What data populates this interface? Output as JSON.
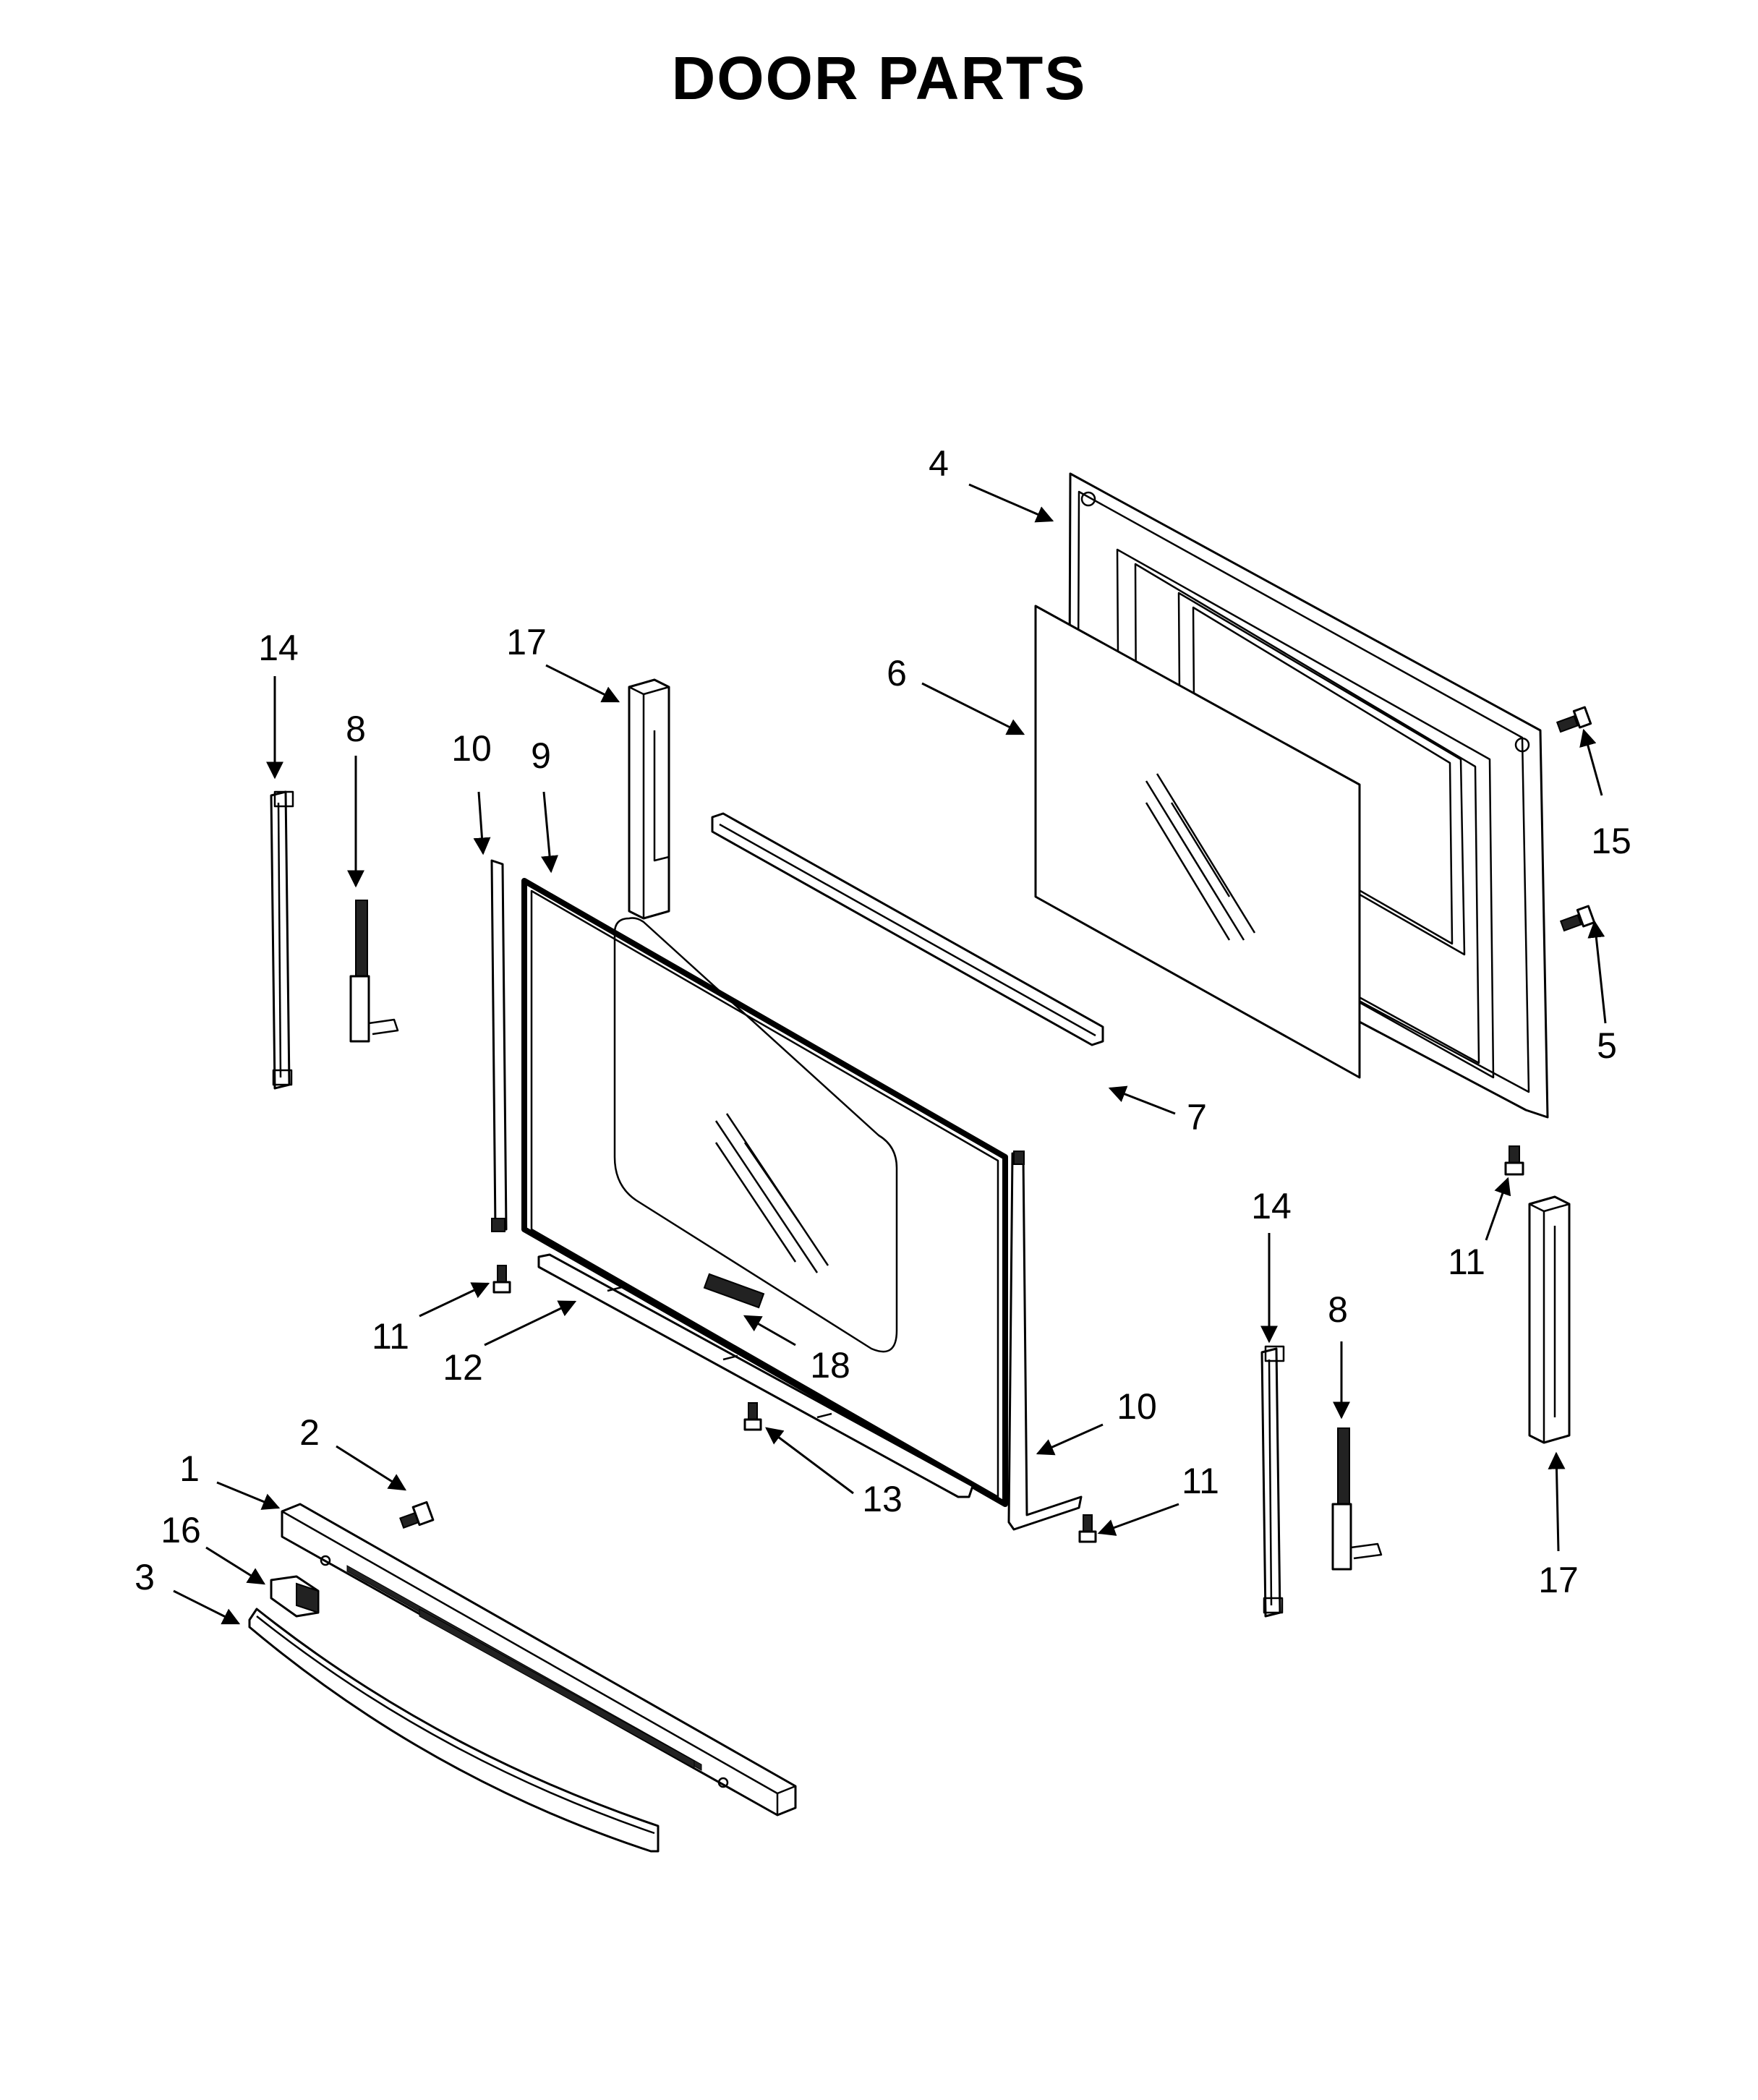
{
  "title": "DOOR PARTS",
  "callouts": {
    "c1": "1",
    "c2": "2",
    "c3": "3",
    "c4": "4",
    "c5": "5",
    "c6": "6",
    "c7": "7",
    "c8a": "8",
    "c8b": "8",
    "c9": "9",
    "c10a": "10",
    "c10b": "10",
    "c11a": "11",
    "c11b": "11",
    "c11c": "11",
    "c12": "12",
    "c13": "13",
    "c14a": "14",
    "c14b": "14",
    "c15": "15",
    "c16": "16",
    "c17a": "17",
    "c17b": "17",
    "c18": "18"
  }
}
